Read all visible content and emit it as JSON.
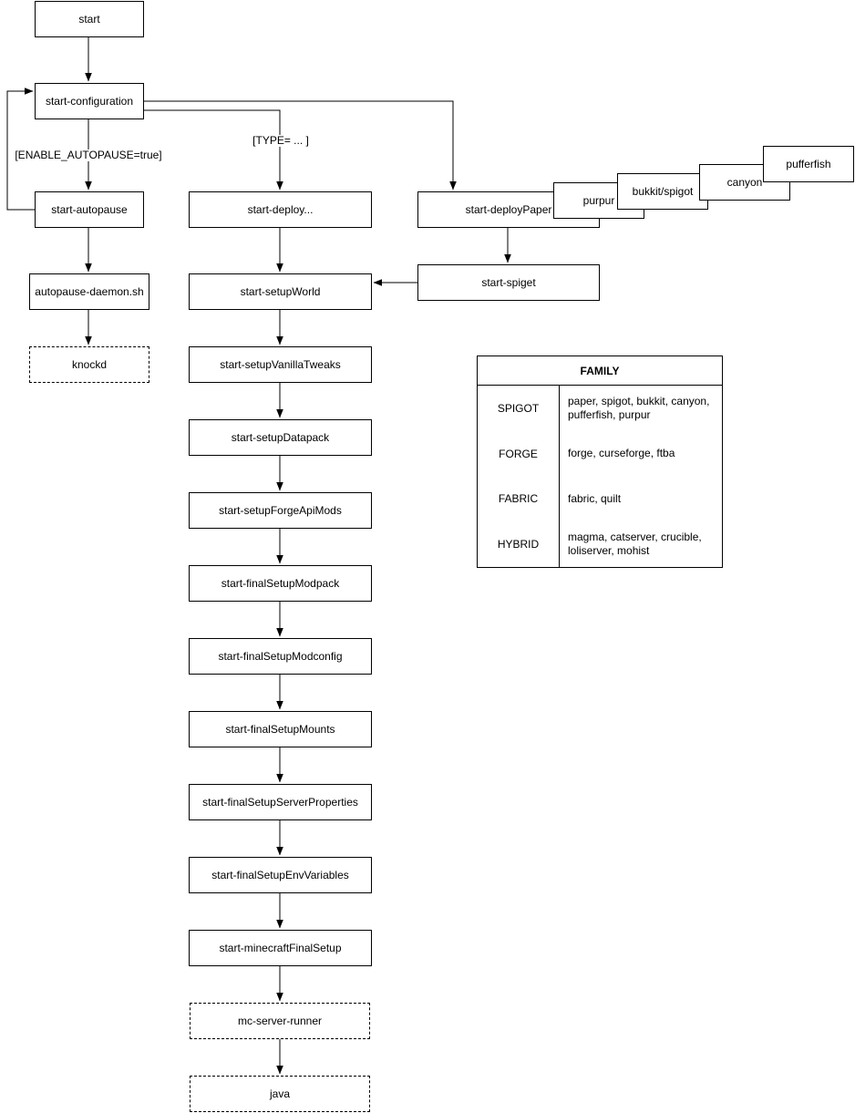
{
  "diagram": {
    "background_color": "#ffffff",
    "stroke_color": "#000000",
    "text_color": "#000000",
    "nodes": {
      "start": "start",
      "start_configuration": "start-configuration",
      "start_autopause": "start-autopause",
      "autopause_daemon": "autopause-daemon.sh",
      "knockd": "knockd",
      "start_deploy": "start-deploy...",
      "start_setup_world": "start-setupWorld",
      "start_setup_vanilla_tweaks": "start-setupVanillaTweaks",
      "start_setup_datapack": "start-setupDatapack",
      "start_setup_forge_api_mods": "start-setupForgeApiMods",
      "start_final_setup_modpack": "start-finalSetupModpack",
      "start_final_setup_modconfig": "start-finalSetupModconfig",
      "start_final_setup_mounts": "start-finalSetupMounts",
      "start_final_setup_server_properties": "start-finalSetupServerProperties",
      "start_final_setup_env_variables": "start-finalSetupEnvVariables",
      "start_minecraft_final_setup": "start-minecraftFinalSetup",
      "mc_server_runner": "mc-server-runner",
      "java": "java",
      "start_deploy_paper": "start-deployPaper",
      "start_spiget": "start-spiget",
      "purpur": "purpur",
      "bukkit_spigot": "bukkit/spigot",
      "canyon": "canyon",
      "pufferfish": "pufferfish"
    },
    "edge_labels": {
      "enable_autopause": "[ENABLE_AUTOPAUSE=true]",
      "type": "[TYPE= ... ]"
    },
    "family_table": {
      "title": "FAMILY",
      "rows": [
        {
          "family": "SPIGOT",
          "members": "paper, spigot, bukkit, canyon, pufferfish, purpur"
        },
        {
          "family": "FORGE",
          "members": "forge, curseforge, ftba"
        },
        {
          "family": "FABRIC",
          "members": "fabric, quilt"
        },
        {
          "family": "HYBRID",
          "members": "magma, catserver, crucible, loliserver, mohist"
        }
      ]
    }
  }
}
